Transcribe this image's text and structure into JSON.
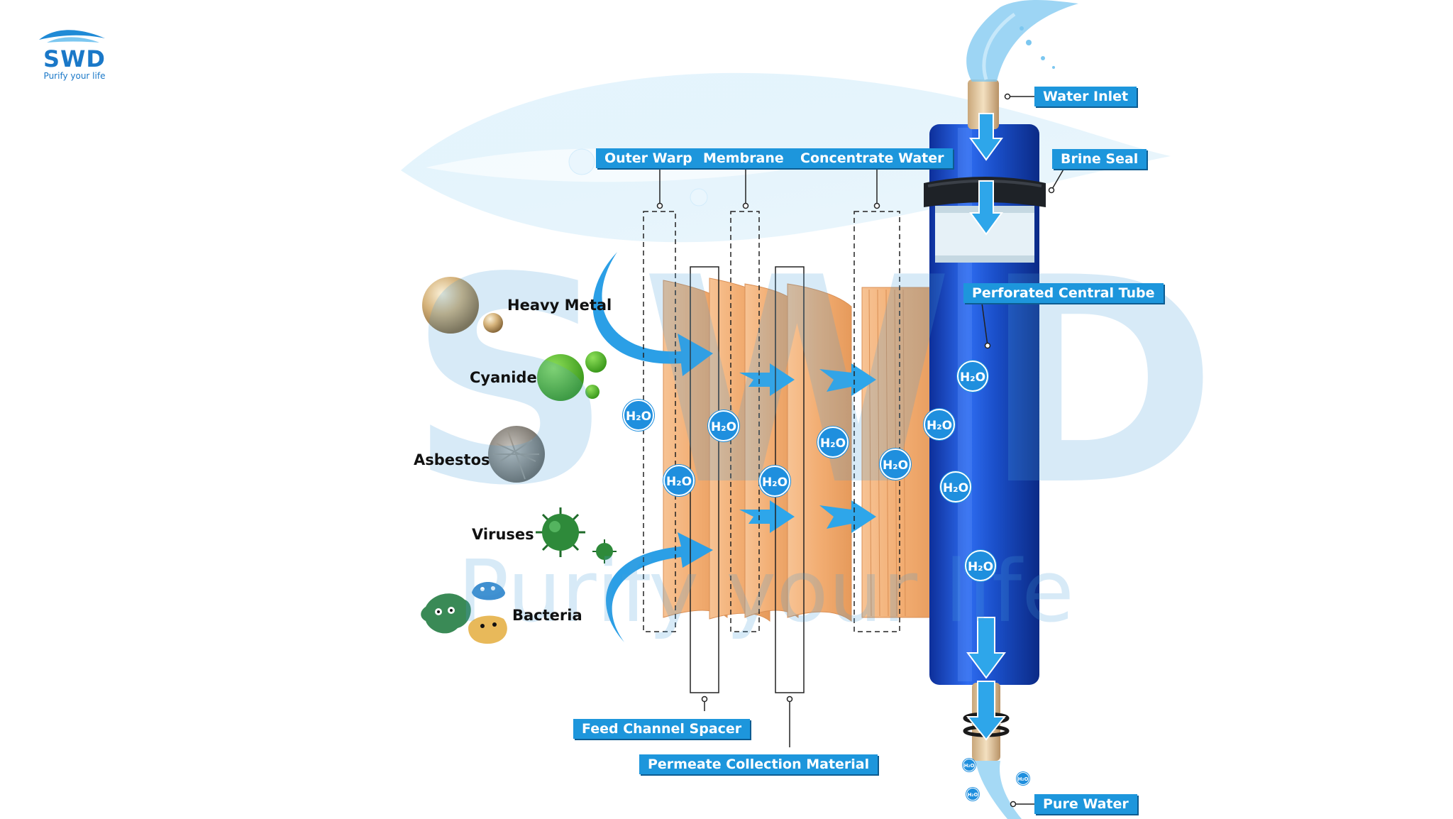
{
  "brand": {
    "name": "SWD",
    "tagline": "Purify your life"
  },
  "watermark": {
    "letters": "SWD",
    "tagline": "Purify your life"
  },
  "labels": {
    "water_inlet": "Water Inlet",
    "brine_seal": "Brine Seal",
    "outer_warp": "Outer Warp",
    "membrane": "Membrane",
    "concentrate_water": "Concentrate Water",
    "perforated_central_tube": "Perforated Central Tube",
    "feed_channel_spacer": "Feed Channel Spacer",
    "permeate_collection_material": "Permeate Collection Material",
    "pure_water": "Pure Water"
  },
  "contaminants": {
    "heavy_metal": "Heavy Metal",
    "cyanide": "Cyanide",
    "asbestos": "Asbestos",
    "viruses": "Viruses",
    "bacteria": "Bacteria"
  },
  "molecule": "H₂O",
  "colors": {
    "label_bg": "#1d96dc",
    "membrane": "#f4b47f",
    "housing_blue": "#1a4fc9",
    "arrow_blue": "#2b9fe6",
    "water_drop": "#1f8fde"
  }
}
